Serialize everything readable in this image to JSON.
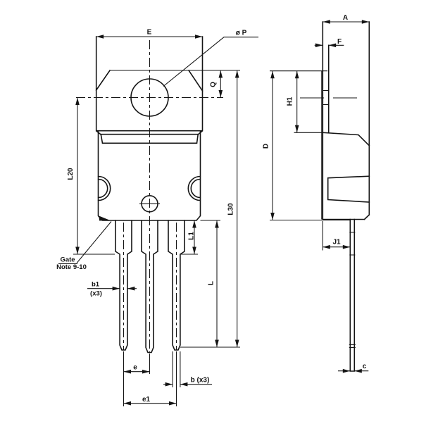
{
  "drawing": {
    "front_view": {
      "labels": {
        "e_width": "E",
        "hole_dia": "ø P",
        "q": "Q",
        "l20": "L20",
        "l30": "L30",
        "l1": "L1",
        "l": "L",
        "gate": "Gate",
        "gate_note": "Note 9-10",
        "b1": "b1",
        "b1_qty": "(x3)",
        "e": "e",
        "e1": "e1",
        "b": "b (x3)"
      }
    },
    "side_view": {
      "labels": {
        "a": "A",
        "f": "F",
        "h1": "H1",
        "d": "D",
        "j1": "J1",
        "c": "c"
      }
    },
    "colors": {
      "line": "#141414",
      "background": "#ffffff"
    }
  }
}
